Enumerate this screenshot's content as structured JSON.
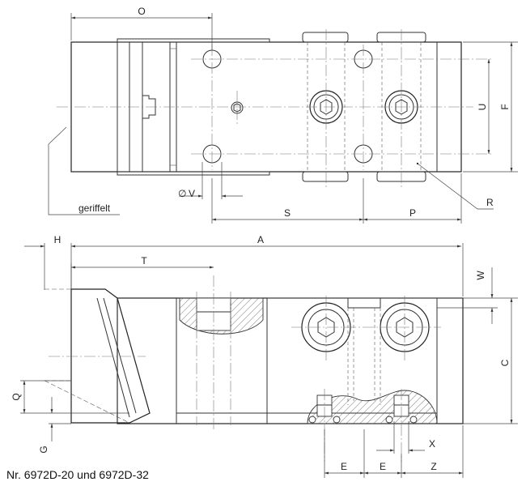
{
  "labels": {
    "O": "O",
    "U": "U",
    "F": "F",
    "R": "R",
    "V": "V",
    "diameter": "∅",
    "S": "S",
    "P": "P",
    "geriffelt": "geriffelt",
    "H": "H",
    "A": "A",
    "T": "T",
    "W": "W",
    "C": "C",
    "Q": "Q",
    "G": "G",
    "X": "X",
    "E1": "E",
    "E2": "E",
    "Z": "Z"
  },
  "caption": "Nr. 6972D-20 und 6972D-32"
}
